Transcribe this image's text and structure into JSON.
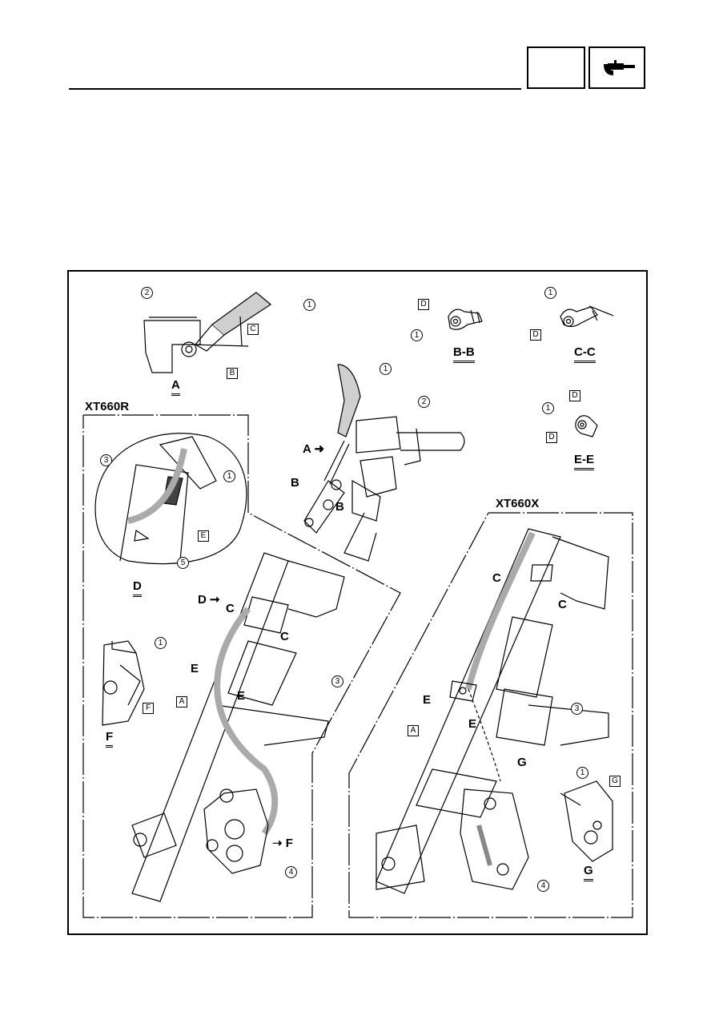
{
  "header": {
    "icon": "caliper-gauge-icon"
  },
  "models": {
    "r": "XT660R",
    "x": "XT660X"
  },
  "views": {
    "A": "A",
    "B": "B",
    "F": "F",
    "D": "D",
    "G": "G",
    "BB": "B-B",
    "CC": "C-C",
    "EE": "E-E"
  },
  "callouts": {
    "n1": "1",
    "n2": "2",
    "n3": "3",
    "n4": "4",
    "n5": "5"
  },
  "refs": {
    "A": "A",
    "B": "B",
    "C": "C",
    "D": "D",
    "E": "E",
    "F": "F",
    "G": "G"
  },
  "colors": {
    "ink": "#000000",
    "paper": "#ffffff",
    "shade": "#bdbdbd"
  }
}
